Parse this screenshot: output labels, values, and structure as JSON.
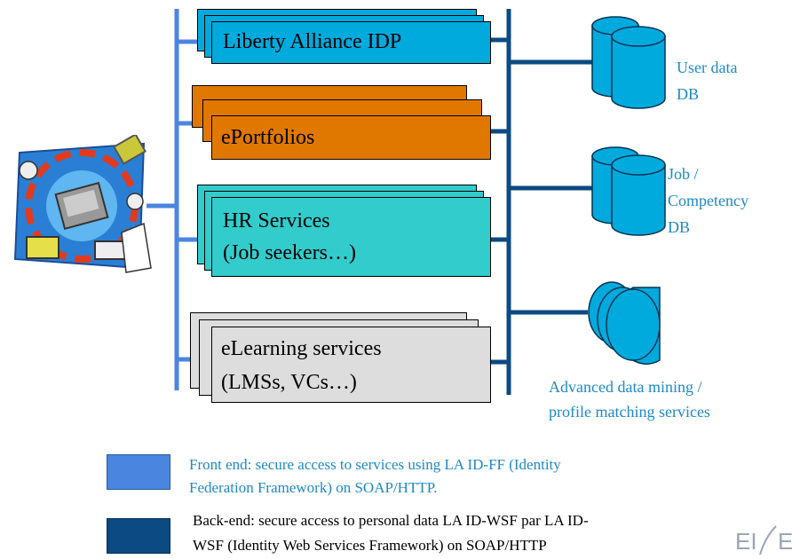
{
  "services": [
    {
      "id": "idp",
      "label_line1": "Liberty Alliance IDP",
      "label_line2": "",
      "fill": "#00aadd"
    },
    {
      "id": "eportfolios",
      "label_line1": "ePortfolios",
      "label_line2": "",
      "fill": "#e07800"
    },
    {
      "id": "hr",
      "label_line1": "HR Services",
      "label_line2": "(Job seekers…)",
      "fill": "#33cccc"
    },
    {
      "id": "elearning",
      "label_line1": "eLearning services",
      "label_line2": "(LMSs, VCs…)",
      "fill": "#dddddd"
    }
  ],
  "databases": [
    {
      "id": "user-db",
      "label_line1": "User data",
      "label_line2": "DB",
      "label_line3": ""
    },
    {
      "id": "job-db",
      "label_line1": "Job /",
      "label_line2": "Competency",
      "label_line3": "DB"
    },
    {
      "id": "mining",
      "label_line1": "Advanced data mining /",
      "label_line2": "profile matching services",
      "label_line3": ""
    }
  ],
  "legend": {
    "front": {
      "line1": "Front end: secure access to services using LA ID-FF (Identity",
      "line2": "Federation Framework) on SOAP/HTTP.",
      "color": "#4a86e0",
      "text_color": "#1e88c8"
    },
    "back": {
      "line1": "Back-end: secure access to personal data LA ID-WSF par LA ID-",
      "line2": "WSF (Identity Web Services Framework) on SOAP/HTTP",
      "color": "#0b4a82",
      "text_color": "#000000"
    }
  },
  "colors": {
    "front_line": "#4a86e0",
    "back_line": "#0b4a82",
    "db_fill": "#00aadd"
  },
  "icons": {
    "client": "network-globe-devices-icon",
    "logo": "eife-logo-icon"
  }
}
